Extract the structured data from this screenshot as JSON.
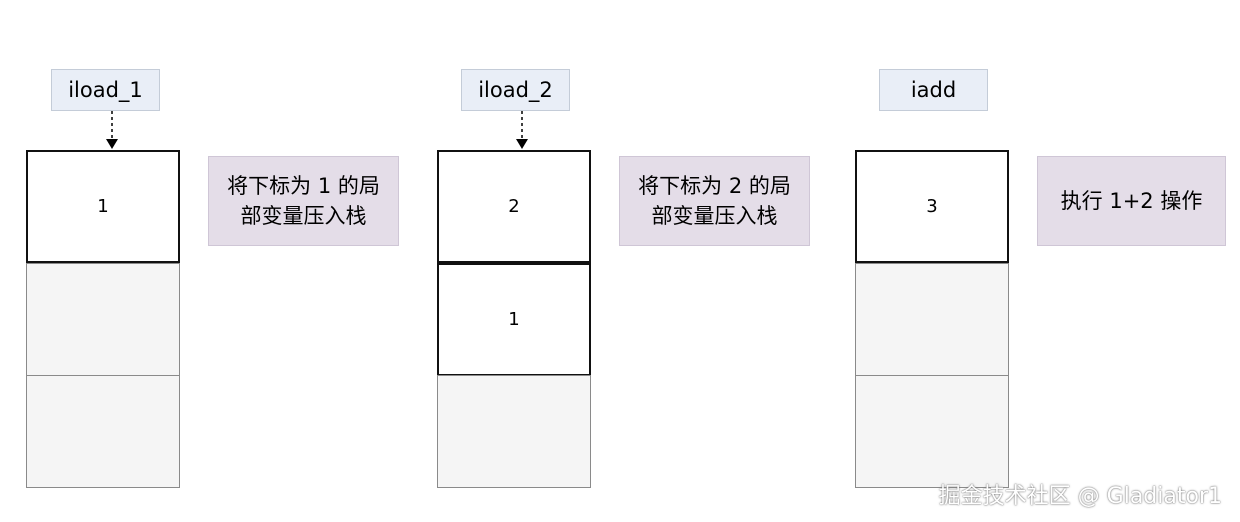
{
  "steps": [
    {
      "instruction": "iload_1",
      "stack": [
        "1",
        "",
        ""
      ],
      "note_line1": "将下标为 1 的局",
      "note_line2": "部变量压入栈"
    },
    {
      "instruction": "iload_2",
      "stack": [
        "2",
        "1",
        ""
      ],
      "note_line1": "将下标为 2 的局",
      "note_line2": "部变量压入栈"
    },
    {
      "instruction": "iadd",
      "stack": [
        "3",
        "",
        ""
      ],
      "note_line1": "执行 1+2 操作",
      "note_line2": ""
    }
  ],
  "watermark": "掘金技术社区 @ Gladiator1",
  "colors": {
    "instruction_bg": "#e9eef7",
    "note_bg": "#e4dde8",
    "empty_cell_bg": "#f5f5f5",
    "filled_cell_bg": "#ffffff"
  }
}
